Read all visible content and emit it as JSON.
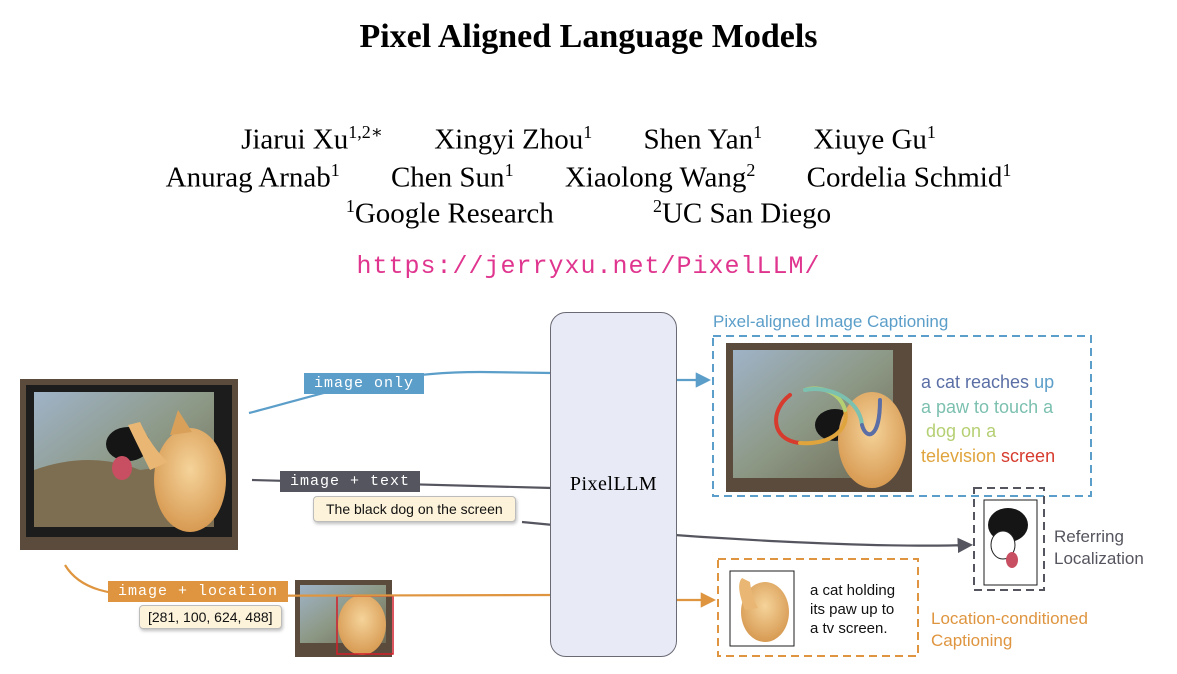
{
  "header": {
    "title": "Pixel Aligned Language Models",
    "authors_row1": [
      {
        "name": "Jiarui Xu",
        "sup": "1,2∗"
      },
      {
        "name": "Xingyi Zhou",
        "sup": "1"
      },
      {
        "name": "Shen Yan",
        "sup": "1"
      },
      {
        "name": "Xiuye Gu",
        "sup": "1"
      }
    ],
    "authors_row2": [
      {
        "name": "Anurag Arnab",
        "sup": "1"
      },
      {
        "name": "Chen Sun",
        "sup": "1"
      },
      {
        "name": "Xiaolong Wang",
        "sup": "2"
      },
      {
        "name": "Cordelia Schmid",
        "sup": "1"
      }
    ],
    "affiliations": [
      {
        "sup": "1",
        "name": "Google Research"
      },
      {
        "sup": "2",
        "name": "UC San Diego"
      }
    ],
    "url": "https://jerryxu.net/PixelLLM/"
  },
  "figure": {
    "model_label": "PixelLLM",
    "inputs": {
      "image_only": "image only",
      "image_text": "image + text",
      "image_location": "image + location",
      "query_text": "The black dog on the screen",
      "query_box": "[281, 100, 624, 488]"
    },
    "outputs": {
      "captioning_title": "Pixel-aligned Image Captioning",
      "caption_words": [
        {
          "text": "a cat reaches ",
          "color": "#5b6fa6"
        },
        {
          "text": "up",
          "color": "#5b9ec9"
        },
        {
          "text": "a paw to touch a",
          "color": "#7cc0b0"
        },
        {
          "text": "dog on a",
          "color": "#b5cf73"
        },
        {
          "text": "television ",
          "color": "#e0a43d"
        },
        {
          "text": "screen",
          "color": "#d63b2d"
        }
      ],
      "referring_title_line1": "Referring",
      "referring_title_line2": "Localization",
      "location_caption_line1": "a cat holding",
      "location_caption_line2": "its paw up to",
      "location_caption_line3": "a tv screen.",
      "location_title_line1": "Location-conditioned",
      "location_title_line2": "Captioning"
    },
    "colors": {
      "image_only": "#5b9ec9",
      "image_text": "#55555f",
      "image_location": "#df953f",
      "model_fill": "#e8eaf6",
      "url": "#e0358f"
    }
  }
}
